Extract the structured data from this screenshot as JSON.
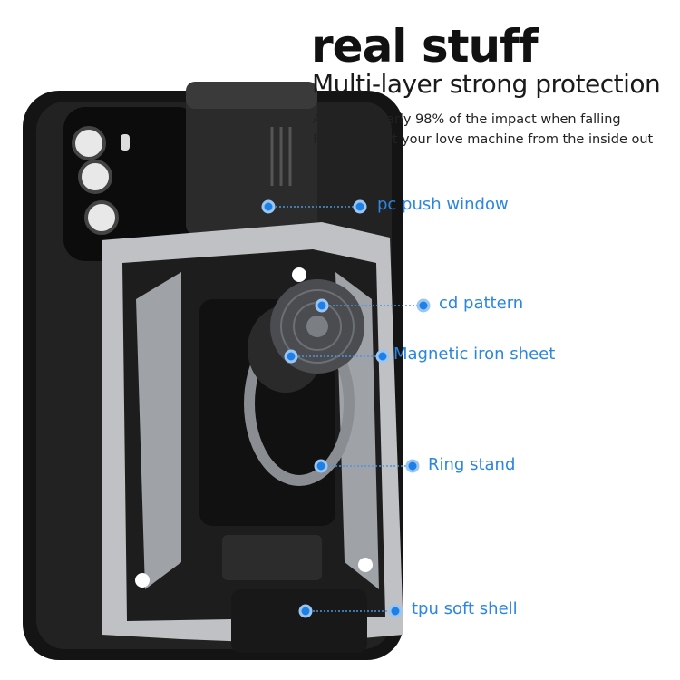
{
  "headline": {
    "title": "real stuff",
    "subtitle": "Multi-layer strong protection",
    "lines": [
      "Absorbs nearly 98% of the impact when falling",
      "Really escort your love machine from the inside out"
    ]
  },
  "callouts": [
    {
      "label": "pc push window"
    },
    {
      "label": "cd pattern"
    },
    {
      "label": "Magnetic iron sheet"
    },
    {
      "label": "Ring stand"
    },
    {
      "label": "tpu soft shell"
    }
  ],
  "colors": {
    "accent": "#2a86e0",
    "case": "#1a1a1a",
    "frame": "#c8cacc"
  }
}
